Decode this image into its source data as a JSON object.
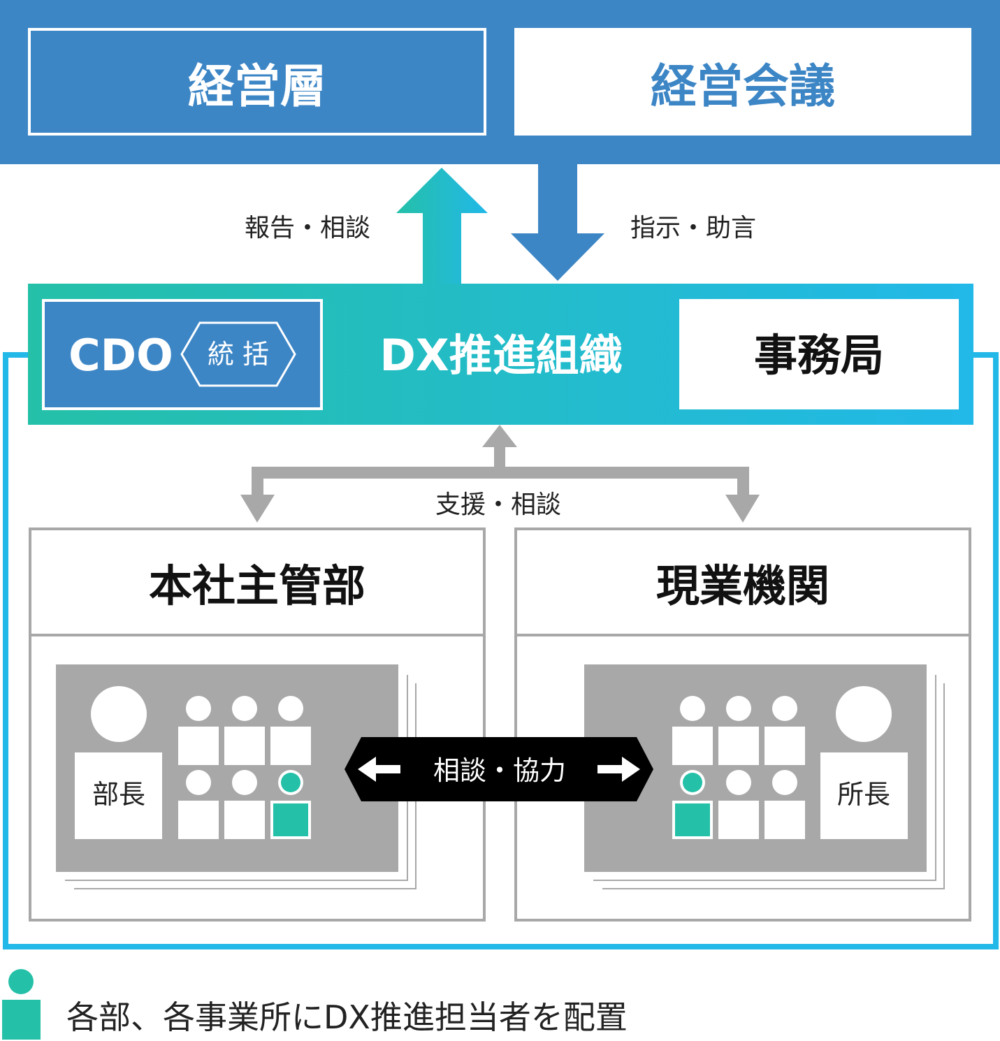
{
  "management": {
    "layer_label": "経営層",
    "meeting_label": "経営会議"
  },
  "flows": {
    "up_label": "報告・相談",
    "down_label": "指示・助言",
    "support_label": "支援・相談",
    "collab_label": "相談・協力"
  },
  "dx_org": {
    "cdo_label": "CDO",
    "oversee_label": "統 括",
    "title": "DX推進組織",
    "secretariat_label": "事務局"
  },
  "departments": {
    "hq": {
      "title": "本社主管部",
      "head_label": "部長"
    },
    "field": {
      "title": "現業機関",
      "head_label": "所長"
    }
  },
  "legend": {
    "text": "各部、各事業所にDX推進担当者を配置"
  },
  "colors": {
    "blue": "#3d86c6",
    "teal": "#24c0a8",
    "cyan": "#22b8e8",
    "gray": "#a8a8a8",
    "black": "#000000"
  }
}
